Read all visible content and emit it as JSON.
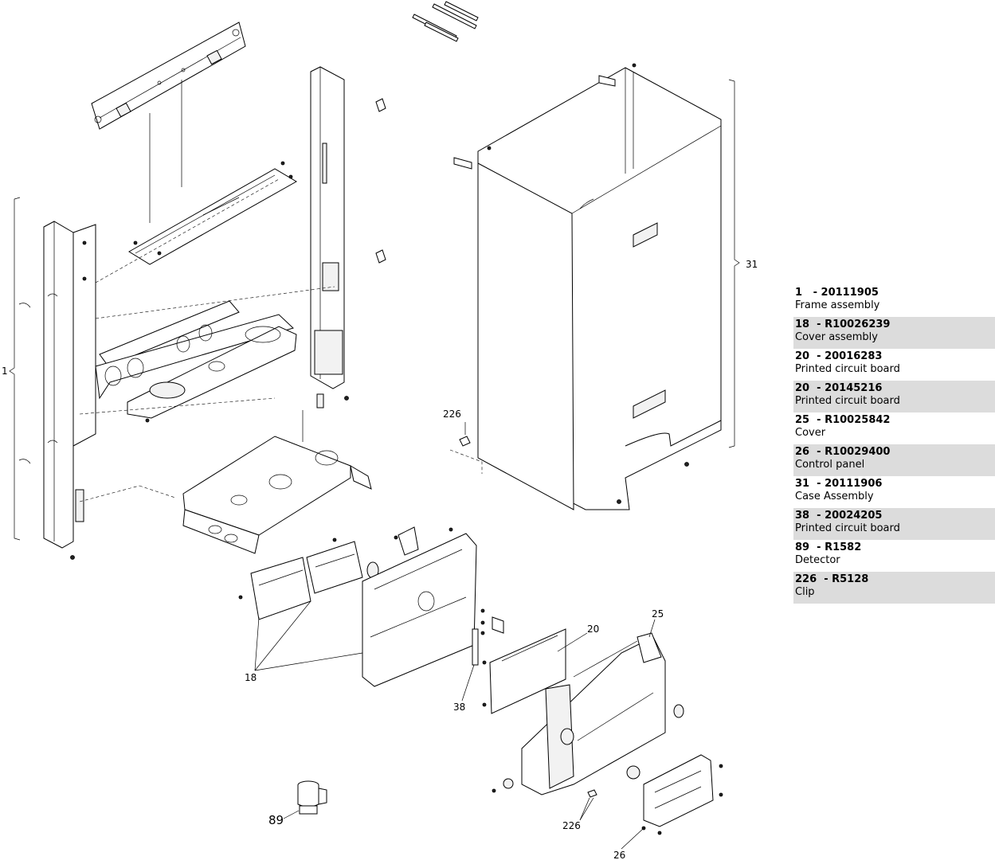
{
  "callouts": {
    "c1": "1",
    "c18": "18",
    "c20": "20",
    "c25": "25",
    "c26": "26",
    "c31": "31",
    "c38": "38",
    "c89": "89",
    "c226a": "226",
    "c226b": "226"
  },
  "parts": [
    {
      "num": "1",
      "code": "20111905",
      "desc": "Frame assembly"
    },
    {
      "num": "18",
      "code": "R10026239",
      "desc": "Cover assembly"
    },
    {
      "num": "20",
      "code": "20016283",
      "desc": "Printed circuit board"
    },
    {
      "num": "20",
      "code": "20145216",
      "desc": "Printed circuit board"
    },
    {
      "num": "25",
      "code": "R10025842",
      "desc": "Cover"
    },
    {
      "num": "26",
      "code": "R10029400",
      "desc": "Control panel"
    },
    {
      "num": "31",
      "code": "20111906",
      "desc": "Case Assembly"
    },
    {
      "num": "38",
      "code": "20024205",
      "desc": "Printed circuit board"
    },
    {
      "num": "89",
      "code": "R1582",
      "desc": "Detector"
    },
    {
      "num": "226",
      "code": "R5128",
      "desc": "Clip"
    }
  ],
  "colors": {
    "row_shade": "#dcdcdc",
    "line": "#000000"
  }
}
